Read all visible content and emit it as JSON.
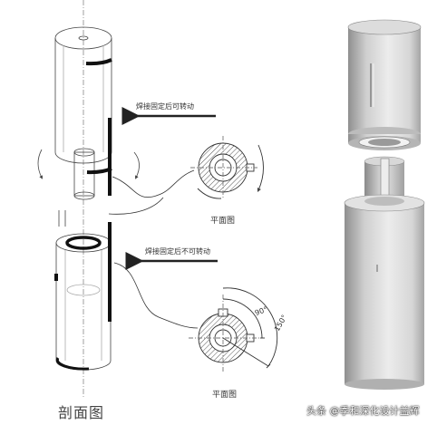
{
  "annotations": {
    "upper_arrow_label": "焊接固定后可转动",
    "lower_arrow_label": "焊接固定后不可转动",
    "plan_view_top": "平面图",
    "plan_view_bottom": "平面图",
    "section_label": "剖面图",
    "angle_a": "90°",
    "angle_b": "150°"
  },
  "watermark": "头条 @季和深化设计益辉",
  "colors": {
    "line": "#333333",
    "hatch": "#555555",
    "model_dark": "#9c9c9c",
    "model_mid": "#d4d4d4",
    "model_light": "#eeeeee",
    "background_right": "#ffffff"
  }
}
